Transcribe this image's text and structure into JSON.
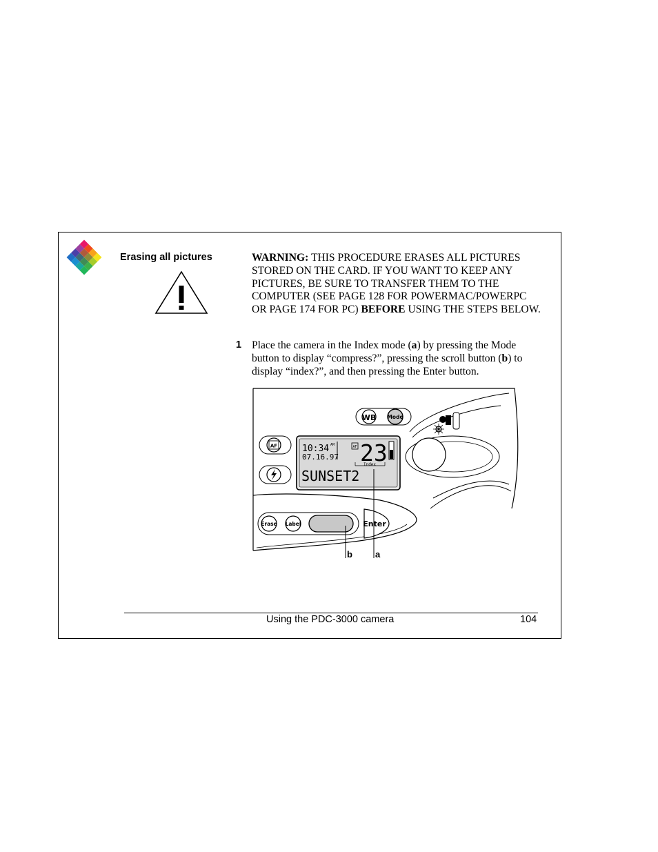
{
  "section": {
    "title": "Erasing all pictures"
  },
  "warning": {
    "label": "WARNING:",
    "text": "THIS PROCEDURE ERASES ALL PICTURES STORED ON THE CARD. IF YOU WANT TO KEEP ANY PICTURES, BE SURE TO TRANSFER THEM TO THE COMPUTER (SEE PAGE 128 FOR POWERMAC/POWERPC OR PAGE 174 FOR PC)",
    "before": "BEFORE",
    "after": "USING THE STEPS BELOW."
  },
  "step": {
    "number": "1",
    "text_1": "Place the camera in the Index mode (",
    "ref_a": "a",
    "text_2": ") by pressing the Mode button to display “compress?”, pressing the scroll button (",
    "ref_b": "b",
    "text_3": ") to display “index?”, and then pressing the Enter button."
  },
  "camera": {
    "wb_label": "WB",
    "mode_label": "Mode",
    "af_label": "AF",
    "erase_label": "Erase",
    "label_label": "Label",
    "enter_label": "Enter",
    "lcd": {
      "time": "10:34",
      "am": "AM",
      "date": "07.16.97",
      "count": "23",
      "index": "Index",
      "name": "SUNSET2",
      "af": "AF"
    },
    "callout_a": "a",
    "callout_b": "b"
  },
  "footer": {
    "title": "Using the PDC-3000 camera",
    "page": "104"
  }
}
